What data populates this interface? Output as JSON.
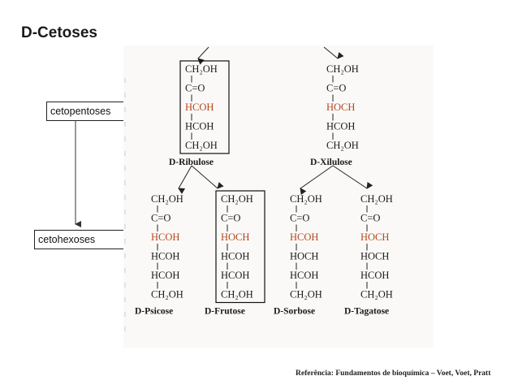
{
  "title": "D-Cetoses",
  "labels": {
    "ketopentoses": "cetopentoses",
    "ketohexoses": "cetohexoses"
  },
  "reference": "Referência: Fundamentos de bioquímica – Voet, Voet, Pratt",
  "colors": {
    "highlight": "#b5461b",
    "text": "#1a1a1a"
  },
  "pentoses": [
    {
      "name": "D-Ribulose",
      "boxed": true,
      "lines": [
        "CH₂OH",
        "C=O",
        "HCOH",
        "HCOH",
        "CH₂OH"
      ],
      "red_index": 2
    },
    {
      "name": "D-Xilulose",
      "boxed": false,
      "lines": [
        "CH₂OH",
        "C=O",
        "HOCH",
        "HCOH",
        "CH₂OH"
      ],
      "red_index": 2
    }
  ],
  "hexoses": [
    {
      "name": "D-Psicose",
      "boxed": false,
      "lines": [
        "CH₂OH",
        "C=O",
        "HCOH",
        "HCOH",
        "HCOH",
        "CH₂OH"
      ],
      "red_index": 2
    },
    {
      "name": "D-Frutose",
      "boxed": true,
      "lines": [
        "CH₂OH",
        "C=O",
        "HOCH",
        "HCOH",
        "HCOH",
        "CH₂OH"
      ],
      "red_index": 2
    },
    {
      "name": "D-Sorbose",
      "boxed": false,
      "lines": [
        "CH₂OH",
        "C=O",
        "HCOH",
        "HOCH",
        "HCOH",
        "CH₂OH"
      ],
      "red_index": 2
    },
    {
      "name": "D-Tagatose",
      "boxed": false,
      "lines": [
        "CH₂OH",
        "C=O",
        "HOCH",
        "HOCH",
        "HCOH",
        "CH₂OH"
      ],
      "red_index": 2
    }
  ]
}
